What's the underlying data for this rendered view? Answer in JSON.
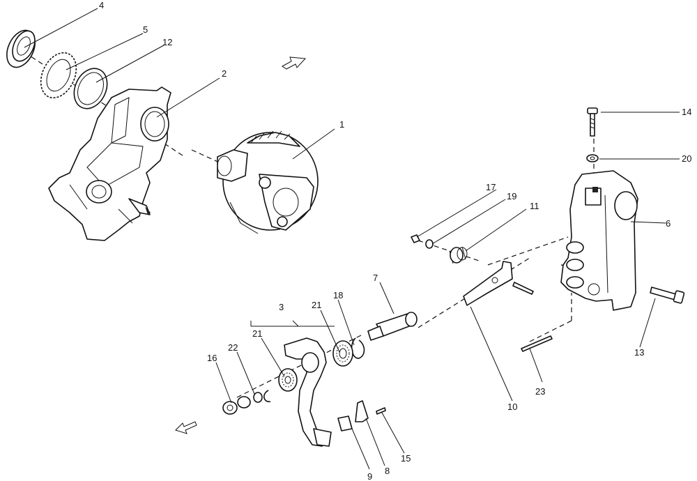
{
  "diagram": {
    "callouts": [
      "1",
      "2",
      "3",
      "4",
      "5",
      "6",
      "7",
      "8",
      "9",
      "10",
      "11",
      "12",
      "13",
      "14",
      "15",
      "16",
      "17",
      "18",
      "19",
      "20",
      "21",
      "21",
      "22",
      "23"
    ]
  }
}
